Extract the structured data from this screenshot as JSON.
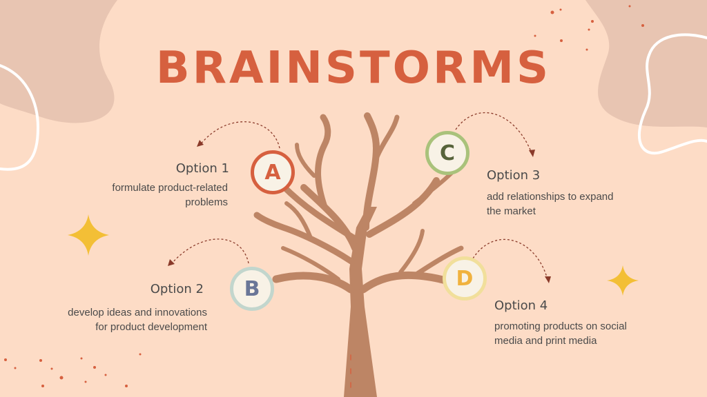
{
  "title": "BRAINSTORMS",
  "options": [
    {
      "letter": "A",
      "title": "Option 1",
      "desc_lines": [
        "formulate product-related",
        "problems"
      ],
      "ring": "#d6603f",
      "letter_color": "#d6603f"
    },
    {
      "letter": "B",
      "title": "Option 2",
      "desc_lines": [
        "develop ideas and innovations",
        "for product development"
      ],
      "ring": "#c2d6cd",
      "letter_color": "#6a7697"
    },
    {
      "letter": "C",
      "title": "Option 3",
      "desc_lines": [
        "add relationships to expand",
        "the market"
      ],
      "ring": "#a9c27b",
      "letter_color": "#57633a"
    },
    {
      "letter": "D",
      "title": "Option 4",
      "desc_lines": [
        "promoting products on social",
        "media and print media"
      ],
      "ring": "#f1df9b",
      "letter_color": "#f0b23e"
    }
  ],
  "colors": {
    "background": "#fddcc6",
    "blob": "#e8c5b2",
    "trunk": "#bd8565",
    "accent": "#d6603f",
    "sparkle": "#f3bf36",
    "text": "#4a4a4a"
  }
}
